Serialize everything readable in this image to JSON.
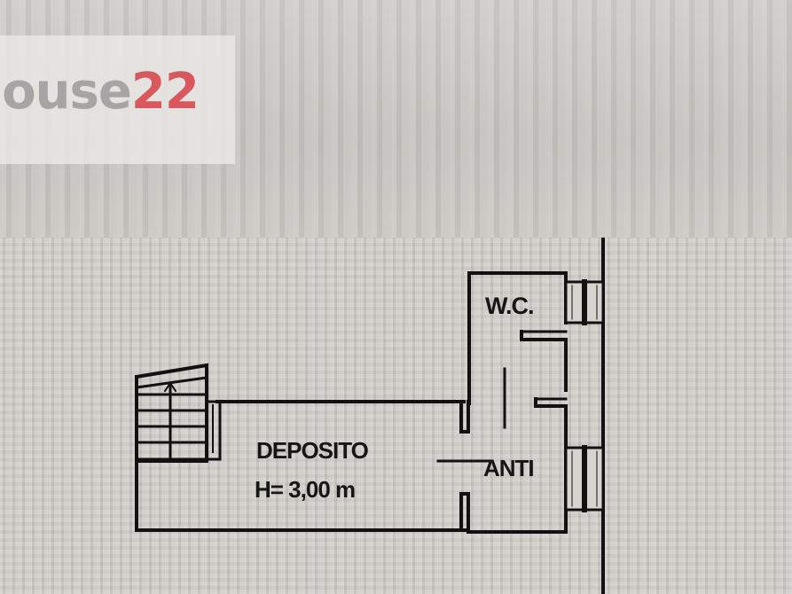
{
  "watermark": {
    "word": "House",
    "visible_word": "louse",
    "number": "22",
    "word_color": "#a6a4a5",
    "number_color": "#d8585e"
  },
  "floor_plan": {
    "rooms": [
      {
        "id": "wc",
        "label": "W.C."
      },
      {
        "id": "deposito",
        "label": "DEPOSITO",
        "height_note": "H= 3,00 m"
      },
      {
        "id": "anti",
        "label": "ANTI"
      }
    ],
    "features": [
      "staircase-with-up-arrow",
      "window-wc",
      "window-anti",
      "exterior-wall-line"
    ],
    "line_color": "#111111",
    "background_color": "#cdcbc6"
  }
}
